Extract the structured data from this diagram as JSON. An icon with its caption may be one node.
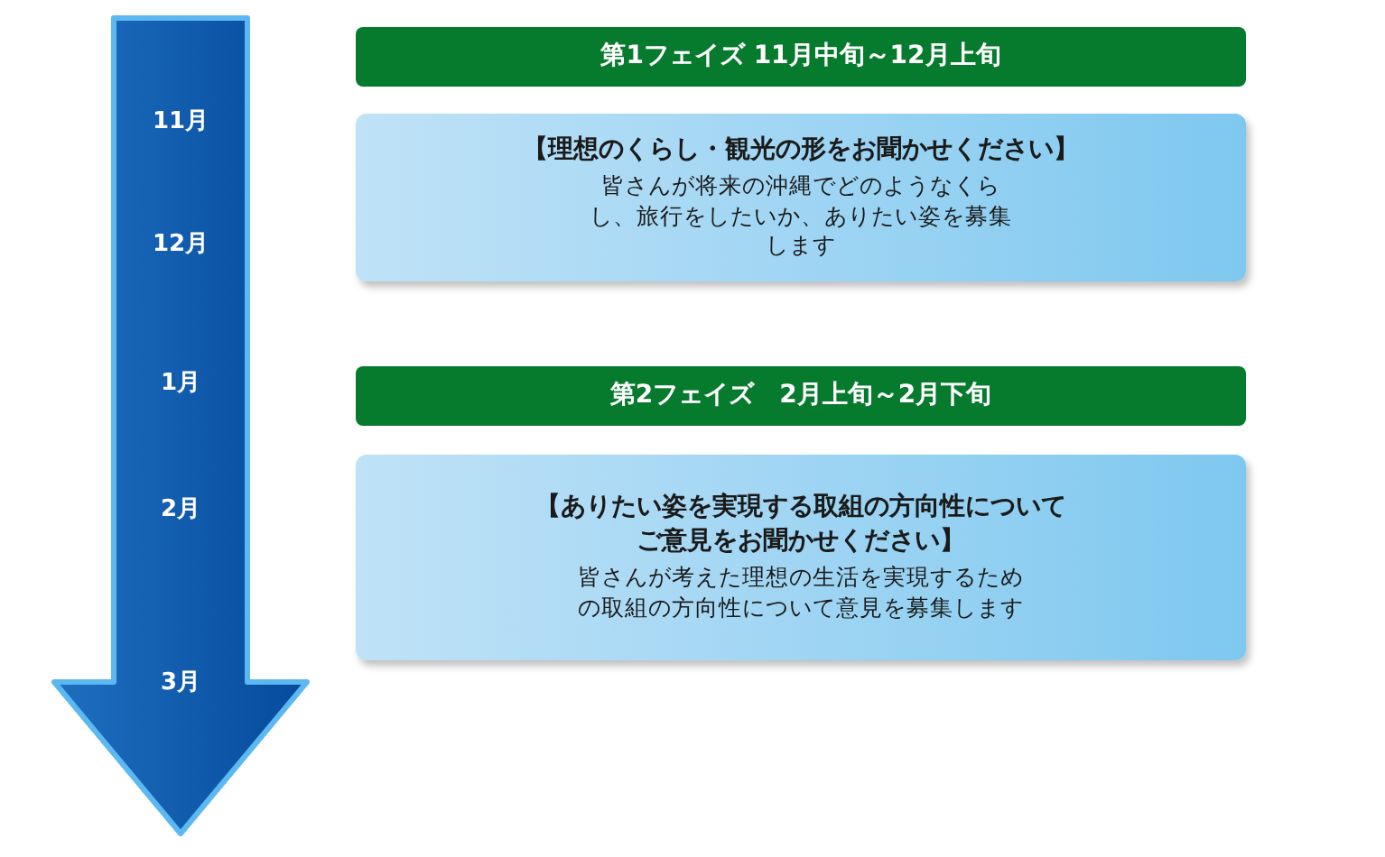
{
  "diagram": {
    "nodes": [
      {
        "text": [
          "第1フェイズ 11月中旬～12月上旬"
        ]
      },
      {
        "text": [
          "【理想のくらし・観光の形をお聞かせください】",
          "皆さんが将来の沖縄でどのようなくらし、旅行をしたいか、ありたい姿を募集します"
        ]
      },
      {
        "text": [
          "第2フェイズ　2月上旬～2月下旬"
        ]
      },
      {
        "text": [
          "【ありたい姿を実現する取組の方向性についてご意見をお聞かせください】",
          "皆さんが考えた理想の生活を実現するための取組の方向性について意見を募集します"
        ]
      }
    ],
    "edges": [],
    "labels": [
      "11月",
      "12月",
      "1月",
      "2月",
      "3月"
    ]
  }
}
